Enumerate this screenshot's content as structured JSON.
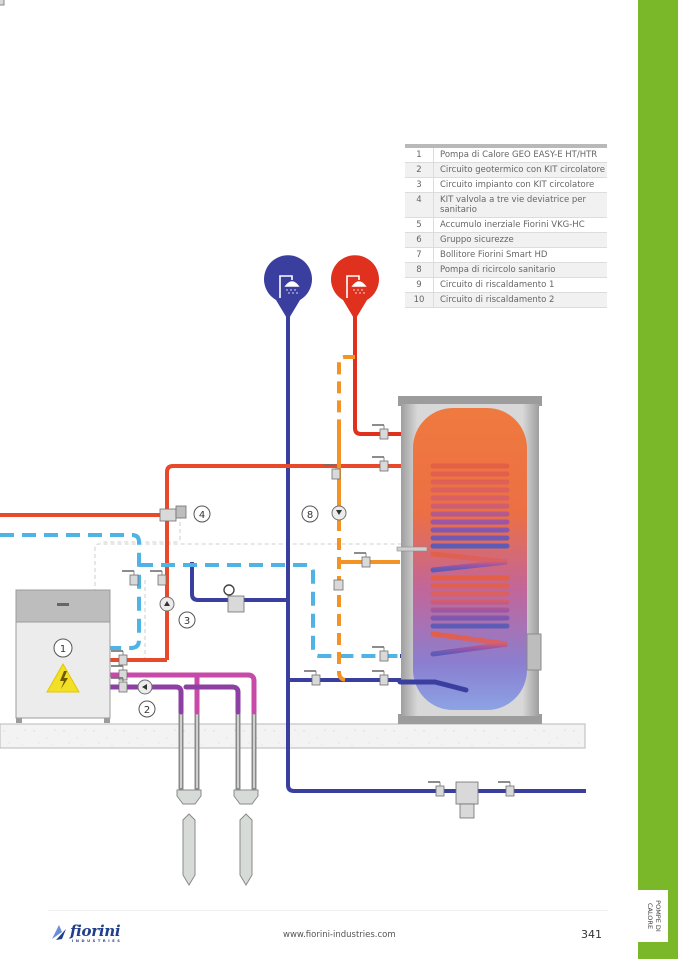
{
  "legend": {
    "items": [
      {
        "num": "1",
        "label": "Pompa di Calore GEO EASY-E HT/HTR"
      },
      {
        "num": "2",
        "label": "Circuito geotermico con KIT circolatore"
      },
      {
        "num": "3",
        "label": "Circuito impianto con KIT circolatore"
      },
      {
        "num": "4",
        "label": "KIT valvola a tre vie deviatrice per sanitario"
      },
      {
        "num": "5",
        "label": "Accumulo inerziale Fiorini VKG-HC"
      },
      {
        "num": "6",
        "label": "Gruppo sicurezze"
      },
      {
        "num": "7",
        "label": "Bollitore Fiorini Smart HD"
      },
      {
        "num": "8",
        "label": "Pompa di ricircolo sanitario"
      },
      {
        "num": "9",
        "label": "Circuito di riscaldamento 1"
      },
      {
        "num": "10",
        "label": "Circuito di riscaldamento 2"
      }
    ]
  },
  "diagram": {
    "callouts": [
      "1",
      "2",
      "3",
      "4",
      "8"
    ],
    "icons": {
      "cold_outlet": "shower-icon",
      "hot_outlet": "shower-icon",
      "warning": "high-voltage-warning-icon"
    },
    "colors": {
      "hot": "#e0301e",
      "flow_red": "#e8492a",
      "cold": "#3a3f9f",
      "light_blue": "#4fb3e6",
      "orange": "#f39325",
      "magenta": "#c74aa8",
      "purple": "#8e3fa3",
      "tank_shell": "#bdbdbd"
    }
  },
  "sidebar": {
    "section_label": "POMPE DI CALORE",
    "color": "#7ab829"
  },
  "footer": {
    "brand": "fiorini",
    "brand_sub": "INDUSTRIES",
    "url": "www.fiorini-industries.com",
    "page_number": "341"
  }
}
